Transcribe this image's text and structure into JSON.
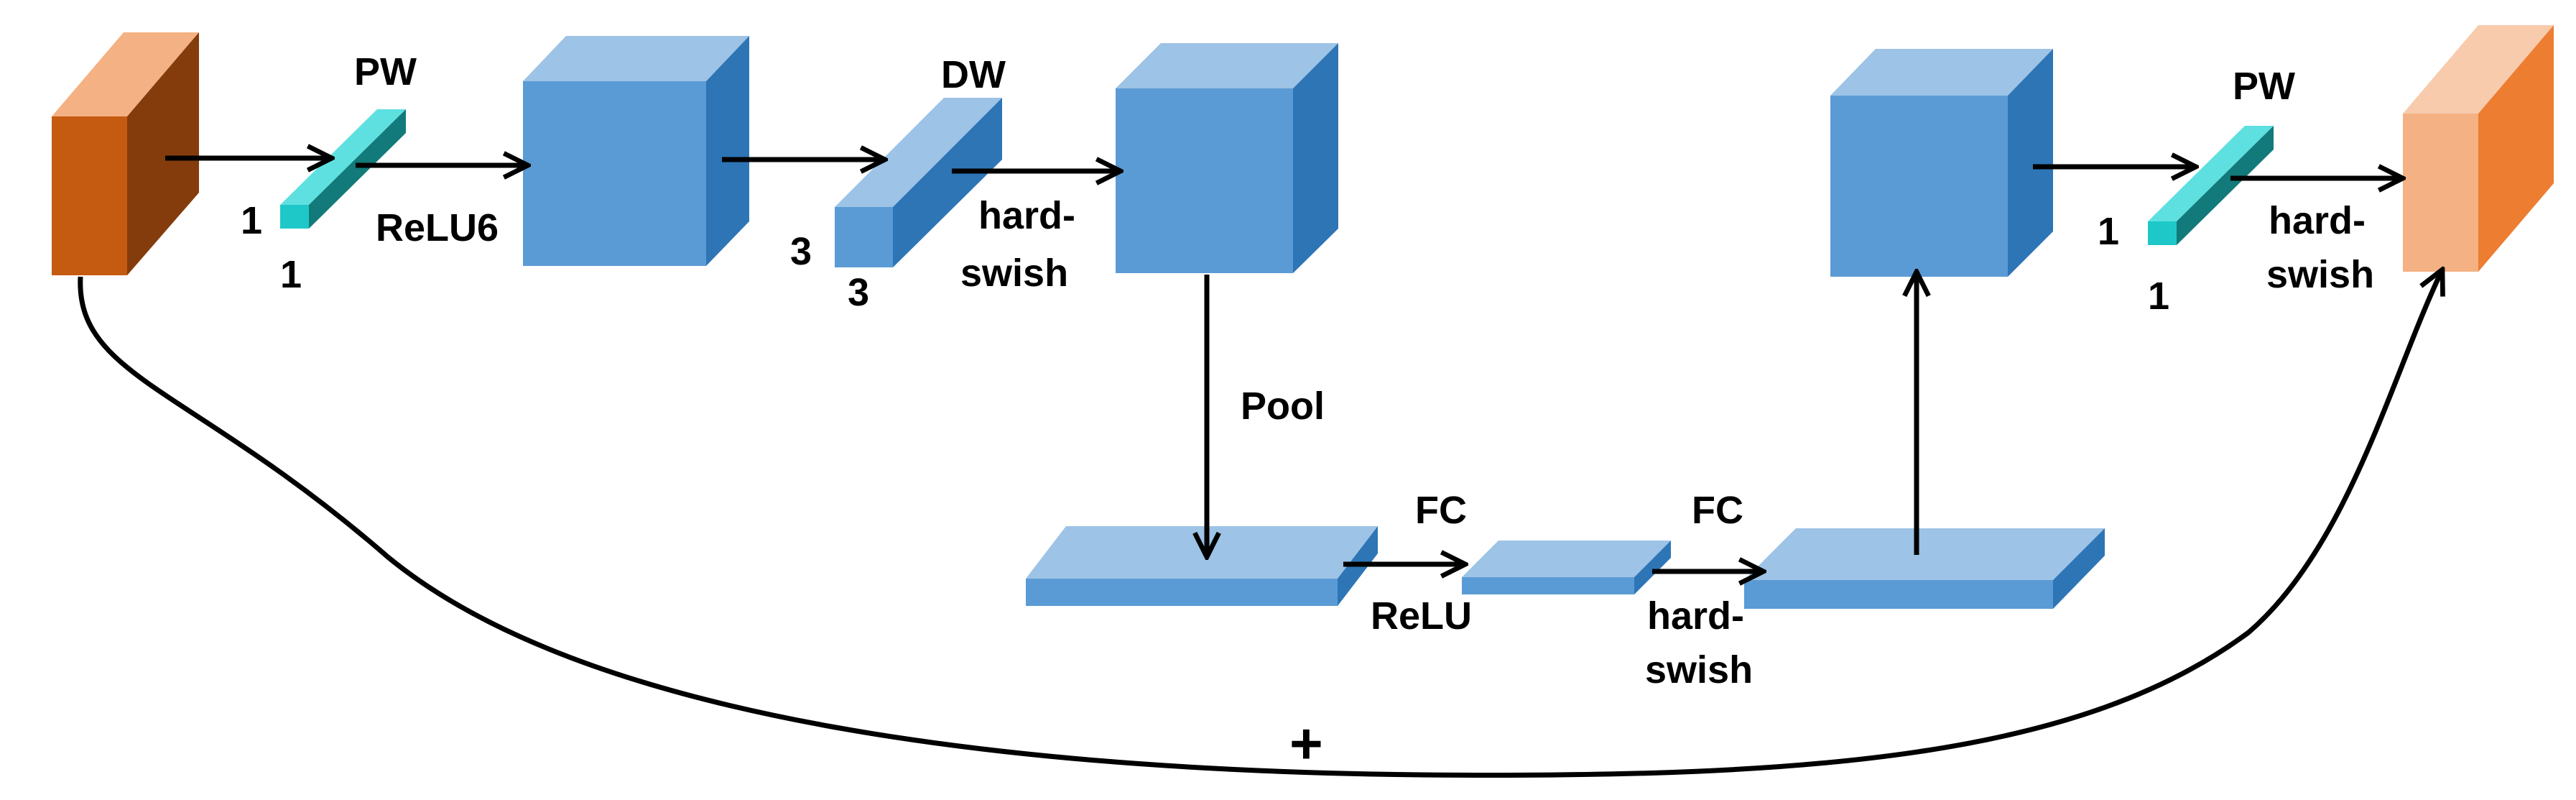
{
  "labels": {
    "pw1": "PW",
    "pw1_k1": "1",
    "pw1_k2": "1",
    "relu6": "ReLU6",
    "dw": "DW",
    "dw_k1": "3",
    "dw_k2": "3",
    "act1_a": "hard-",
    "act1_b": "swish",
    "pool": "Pool",
    "fc1": "FC",
    "relu": "ReLU",
    "fc2": "FC",
    "act2_a": "hard-",
    "act2_b": "swish",
    "pw2": "PW",
    "pw2_k1": "1",
    "pw2_k2": "1",
    "act3_a": "hard-",
    "act3_b": "swish",
    "plus": "+"
  },
  "colors": {
    "input_front": "#C55A11",
    "input_top": "#F4B183",
    "input_side": "#843C0C",
    "output_front": "#F4B183",
    "output_top": "#F8CBAD",
    "output_side": "#ED7D31",
    "conv_front": "#1FC8C8",
    "conv_top": "#5FE0E0",
    "conv_side": "#127A7A",
    "block_front": "#5B9BD5",
    "block_top": "#9DC3E6",
    "block_side": "#2E75B6"
  }
}
